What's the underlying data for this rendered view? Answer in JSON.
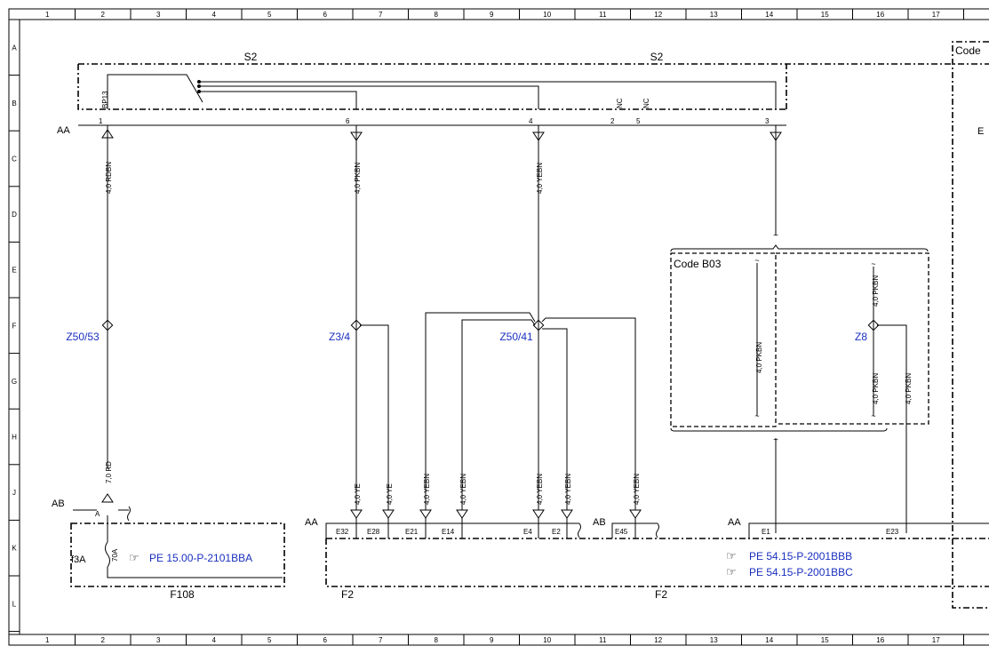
{
  "grid": {
    "columns": [
      "1",
      "2",
      "3",
      "4",
      "5",
      "6",
      "7",
      "8",
      "9",
      "10",
      "11",
      "12",
      "13",
      "14",
      "15",
      "16",
      "17"
    ],
    "rows": [
      "A",
      "B",
      "C",
      "D",
      "E",
      "F",
      "G",
      "H",
      "J",
      "K",
      "L"
    ]
  },
  "components": {
    "s2_left": "S2",
    "s2_right": "S2",
    "code_box": "Code",
    "code_box_row_e": "E",
    "code_b03": "Code B03",
    "f108": "F108",
    "f2_left": "F2",
    "f2_right": "F2",
    "fuse": "f3A",
    "fuse_rating": "70A"
  },
  "connectors": {
    "aa_top": "AA",
    "ab_left": "AB",
    "aa_f2": "AA",
    "ab_f2": "AB",
    "aa_right": "AA"
  },
  "pins": {
    "p1": "1",
    "p6": "6",
    "p4": "4",
    "p2": "2",
    "p5": "5",
    "p3": "3",
    "bp13": "BP13",
    "nc1": "NC",
    "nc2": "NC",
    "a": "A",
    "e32": "E32",
    "e28": "E28",
    "e21": "E21",
    "e14": "E14",
    "e4": "E4",
    "e2": "E2",
    "e45": "E45",
    "e1": "E1",
    "e23": "E23"
  },
  "wires": {
    "w1": "4,0 RDBN",
    "w2": "4,0 PKBN",
    "w3": "4,0 YEBN",
    "w4": "7,0 RD",
    "w5": "4,0 YE",
    "w6": "4,0 YE",
    "w7": "4,0 YEBN",
    "w8": "4,0 YEBN",
    "w9": "4,0 YEBN",
    "w10": "4,0 YEBN",
    "w11": "4,0 YEBN",
    "w12": "4,0 PKBN",
    "w13": "4,0 PKBN",
    "w14": "4,0 PKBN",
    "w15": "4,0 PKBN"
  },
  "splices": {
    "z50_53": "Z50/53",
    "z3_4": "Z3/4",
    "z50_41": "Z50/41",
    "z8": "Z8"
  },
  "references": {
    "ref1": "PE 15.00-P-2101BBA",
    "ref2": "PE 54.15-P-2001BBB",
    "ref3": "PE 54.15-P-2001BBC"
  },
  "colors": {
    "link": "#1a2fbf",
    "line": "#000000"
  }
}
